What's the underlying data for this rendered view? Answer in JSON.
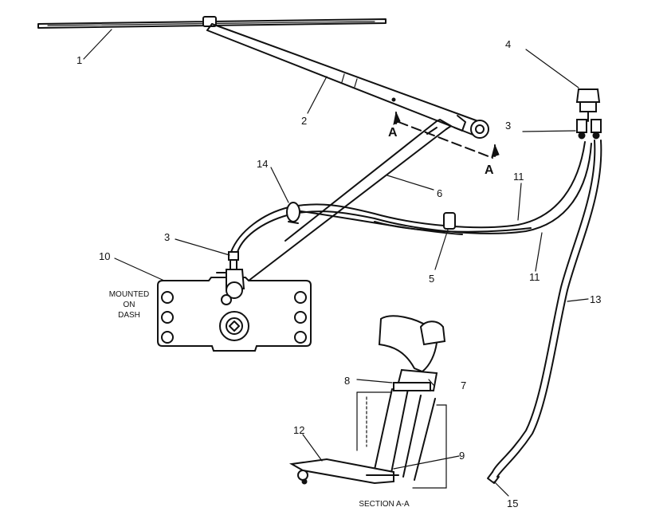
{
  "labels": {
    "l1": "1",
    "l2": "2",
    "l3a": "3",
    "l3b": "3",
    "l4": "4",
    "l5": "5",
    "l6": "6",
    "l7": "7",
    "l8": "8",
    "l9": "9",
    "l10": "10",
    "l11a": "11",
    "l11b": "11",
    "l12": "12",
    "l13": "13",
    "l14": "14",
    "l15": "15"
  },
  "section_marker": {
    "top": "A",
    "bottom": "A"
  },
  "motor_caption": [
    "MOUNTED",
    "ON",
    "DASH"
  ],
  "section_caption": "SECTION A-A"
}
